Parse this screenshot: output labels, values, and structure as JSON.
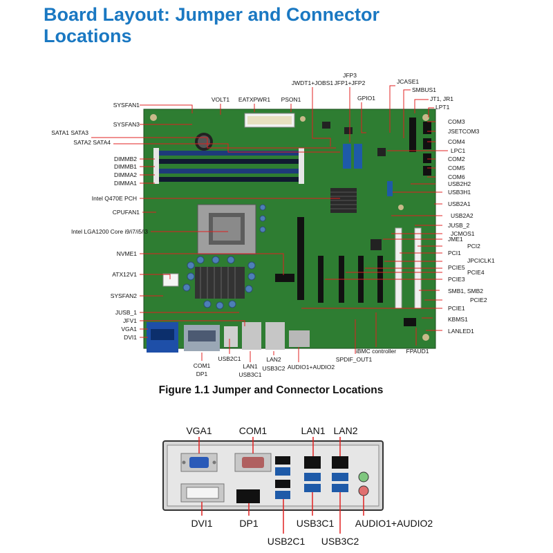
{
  "page_title": "Board Layout: Jumper and Connector Locations",
  "figure_caption": "Figure 1.1 Jumper and Connector Locations",
  "colors": {
    "title": "#1a78c2",
    "callout": "#e02020",
    "pcb": "#2e7d32",
    "port_highlight": "#e02020"
  },
  "board_labels": {
    "sysfan1": "SYSFAN1",
    "sysfan3": "SYSFAN3",
    "sata13": "SATA1 SATA3",
    "sata24": "SATA2 SATA4",
    "dimmb2": "DIMMB2",
    "dimmb1": "DIMMB1",
    "dimma2": "DIMMA2",
    "dimma1": "DIMMA1",
    "pch": "Intel Q470E PCH",
    "cpufan1": "CPUFAN1",
    "cpu": "Intel LGA1200 Core i9/i7/i5/i3",
    "nvme1": "NVME1",
    "atx12v1": "ATX12V1",
    "sysfan2": "SYSFAN2",
    "jusb1": "JUSB_1",
    "jfv1": "JFV1",
    "vga1": "VGA1",
    "dvi1": "DVI1",
    "volt1": "VOLT1",
    "eatxpwr1": "EATXPWR1",
    "pson1": "PSON1",
    "jwdt1": "JWDT1+JOBS1",
    "jfp3": "JFP3",
    "jfp12": "JFP1+JFP2",
    "gpio1": "GPIO1",
    "jcase1": "JCASE1",
    "smbus1": "SMBUS1",
    "jt1jr1": "JT1, JR1",
    "lpt1": "LPT1",
    "com3": "COM3",
    "jsetcom3": "JSETCOM3",
    "com4": "COM4",
    "lpc1": "LPC1",
    "com2": "COM2",
    "com5": "COM5",
    "com6": "COM6",
    "usb2h2": "USB2H2",
    "usb3h1": "USB3H1",
    "usb2a1": "USB2A1",
    "usb2a2": "USB2A2",
    "jusb2": "JUSB_2",
    "jcmos1": "JCMOS1",
    "jme1": "JME1",
    "pci2": "PCI2",
    "pci1": "PCI1",
    "jpciclk1": "JPCICLK1",
    "pcie5": "PCIE5",
    "pcie4": "PCIE4",
    "pcie3": "PCIE3",
    "smb12": "SMB1, SMB2",
    "pcie2": "PCIE2",
    "pcie1": "PCIE1",
    "kbms1": "KBMS1",
    "lanled1": "LANLED1",
    "com1": "COM1",
    "dp1": "DP1",
    "usb2c1": "USB2C1",
    "lan1": "LAN1",
    "usb3c1": "USB3C1",
    "lan2": "LAN2",
    "usb3c2": "USB3C2",
    "audio12": "AUDIO1+AUDIO2",
    "spdif": "SPDIF_OUT1",
    "ibmc": "iBMC controller",
    "fpaud1": "FPAUD1"
  },
  "rear_io_labels": {
    "vga1": "VGA1",
    "com1": "COM1",
    "lan1": "LAN1",
    "lan2": "LAN2",
    "dvi1": "DVI1",
    "dp1": "DP1",
    "usb3c1": "USB3C1",
    "audio12": "AUDIO1+AUDIO2",
    "usb2c1": "USB2C1",
    "usb3c2": "USB3C2"
  }
}
